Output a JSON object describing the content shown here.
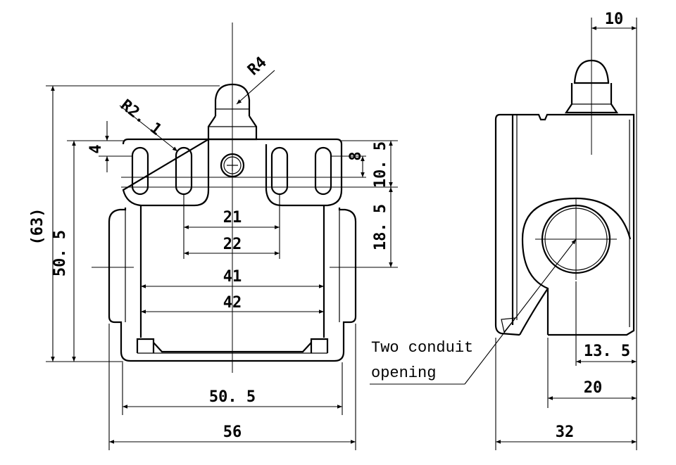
{
  "front_view": {
    "dim_radius_plunger": "R4",
    "dim_radius_slot": "R2. 1",
    "dim_height_overall": "(63)",
    "dim_height_body": "50. 5",
    "dim_slot_4": "4",
    "dim_slot_8": "8",
    "dim_top_10_5": "10. 5",
    "dim_mid_18_5": "18. 5",
    "dim_21": "21",
    "dim_22": "22",
    "dim_41": "41",
    "dim_42": "42",
    "dim_width_50_5": "50. 5",
    "dim_width_56": "56"
  },
  "side_view": {
    "dim_10": "10",
    "dim_13_5": "13. 5",
    "dim_20": "20",
    "dim_32": "32",
    "note_line1": "Two conduit",
    "note_line2": "opening"
  }
}
